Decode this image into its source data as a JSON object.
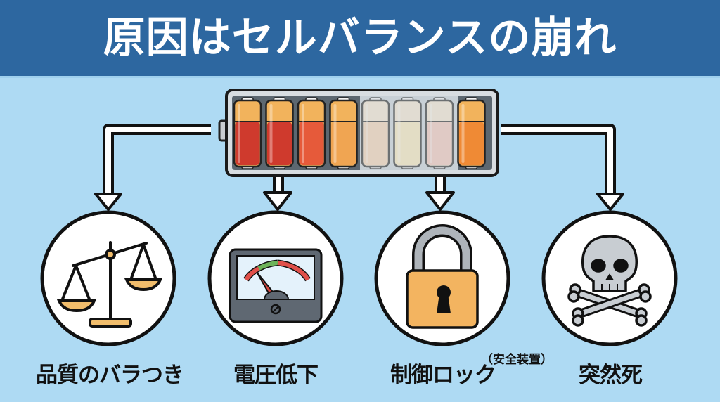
{
  "header": {
    "title": "原因はセルバランスの崩れ",
    "background_color": "#2d67a0"
  },
  "battery_pack": {
    "cells": [
      {
        "state": "charged",
        "color": "#cf3a2d"
      },
      {
        "state": "charged",
        "color": "#cf3a2d"
      },
      {
        "state": "charged",
        "color": "#e65a3a"
      },
      {
        "state": "charged",
        "color": "#f0a552"
      },
      {
        "state": "depleted",
        "color": "#f7d3b0"
      },
      {
        "state": "depleted",
        "color": "#fae9b8"
      },
      {
        "state": "depleted",
        "color": "#f4c6b8"
      },
      {
        "state": "charged",
        "color": "#ef8a35"
      }
    ]
  },
  "outcomes": [
    {
      "icon": "scale-icon",
      "label": "品質のバラつき"
    },
    {
      "icon": "voltmeter-icon",
      "label": "電圧低下"
    },
    {
      "icon": "padlock-icon",
      "label": "制御ロック",
      "note": "（安全装置）"
    },
    {
      "icon": "skull-crossbones-icon",
      "label": "突然死"
    }
  ]
}
